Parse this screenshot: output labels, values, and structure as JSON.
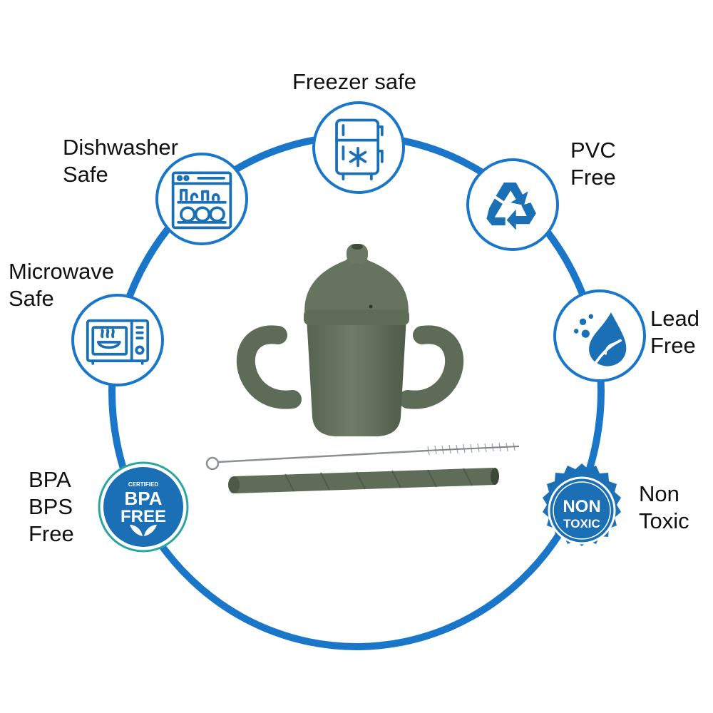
{
  "colors": {
    "ring": "#1976c8",
    "icon": "#1a6fb5",
    "text": "#111111",
    "product": "#65735f"
  },
  "features": {
    "freezer": {
      "icon": "freezer-icon",
      "line1": "Freezer safe"
    },
    "pvc": {
      "icon": "recycle-icon",
      "line1": "PVC",
      "line2": "Free"
    },
    "lead": {
      "icon": "water-drop-icon",
      "line1": "Lead",
      "line2": "Free"
    },
    "nontoxic": {
      "icon": "non-toxic-seal-icon",
      "line1": "Non",
      "line2": "Toxic",
      "seal_line1": "NON",
      "seal_line2": "TOXIC"
    },
    "bpa": {
      "icon": "bpa-free-seal-icon",
      "line1": "BPA",
      "line2": "BPS",
      "line3": "Free",
      "seal_top": "CERTIFIED",
      "seal_line1": "BPA",
      "seal_line2": "FREE"
    },
    "microwave": {
      "icon": "microwave-icon",
      "line1": "Microwave",
      "line2": "Safe"
    },
    "dishwasher": {
      "icon": "dishwasher-icon",
      "line1": "Dishwasher",
      "line2": "Safe"
    }
  }
}
